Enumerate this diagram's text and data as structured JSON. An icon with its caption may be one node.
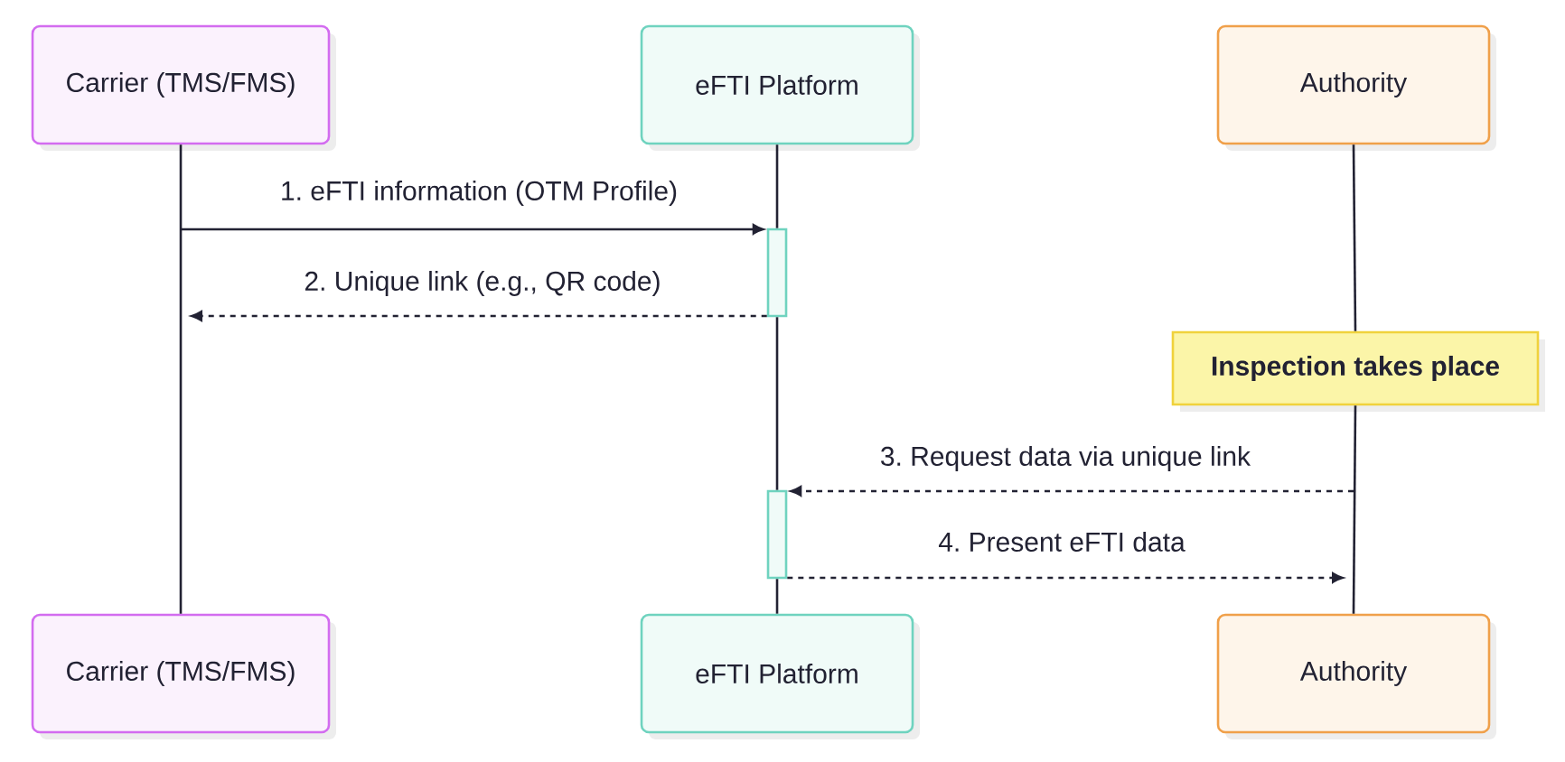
{
  "diagram": {
    "nodes": [
      {
        "text": [
          "Carrier (TMS/FMS)"
        ]
      },
      {
        "text": [
          "eFTI Platform"
        ]
      },
      {
        "text": [
          "Authority"
        ]
      },
      {
        "text": [
          "Carrier (TMS/FMS)"
        ]
      },
      {
        "text": [
          "eFTI Platform"
        ]
      },
      {
        "text": [
          "Authority"
        ]
      },
      {
        "text": [
          "Inspection takes place"
        ]
      },
      {
        "text": [],
        "shape": "bar"
      },
      {
        "text": [],
        "shape": "bar"
      }
    ],
    "edges": [
      {
        "from": 0,
        "to": 3,
        "arrow": "none"
      },
      {
        "from": 1,
        "to": 7,
        "arrow": "none"
      },
      {
        "from": 7,
        "to": 8,
        "arrow": "none"
      },
      {
        "from": 8,
        "to": 4,
        "arrow": "none"
      },
      {
        "from": 2,
        "to": 6,
        "arrow": "none"
      },
      {
        "from": 6,
        "to": 5,
        "arrow": "none"
      },
      {
        "from": null,
        "to": 7,
        "arrow": "to",
        "label": "1. eFTI information (OTM Profile)"
      },
      {
        "from": 7,
        "to": null,
        "arrow": "to",
        "label": "2. Unique link (e.g., QR code)",
        "style": "dashed"
      },
      {
        "from": null,
        "to": 8,
        "arrow": "to",
        "label": "3. Request data via unique link",
        "style": "dashed"
      },
      {
        "from": 8,
        "to": null,
        "arrow": "to",
        "label": "4. Present eFTI data",
        "style": "dashed"
      }
    ]
  }
}
